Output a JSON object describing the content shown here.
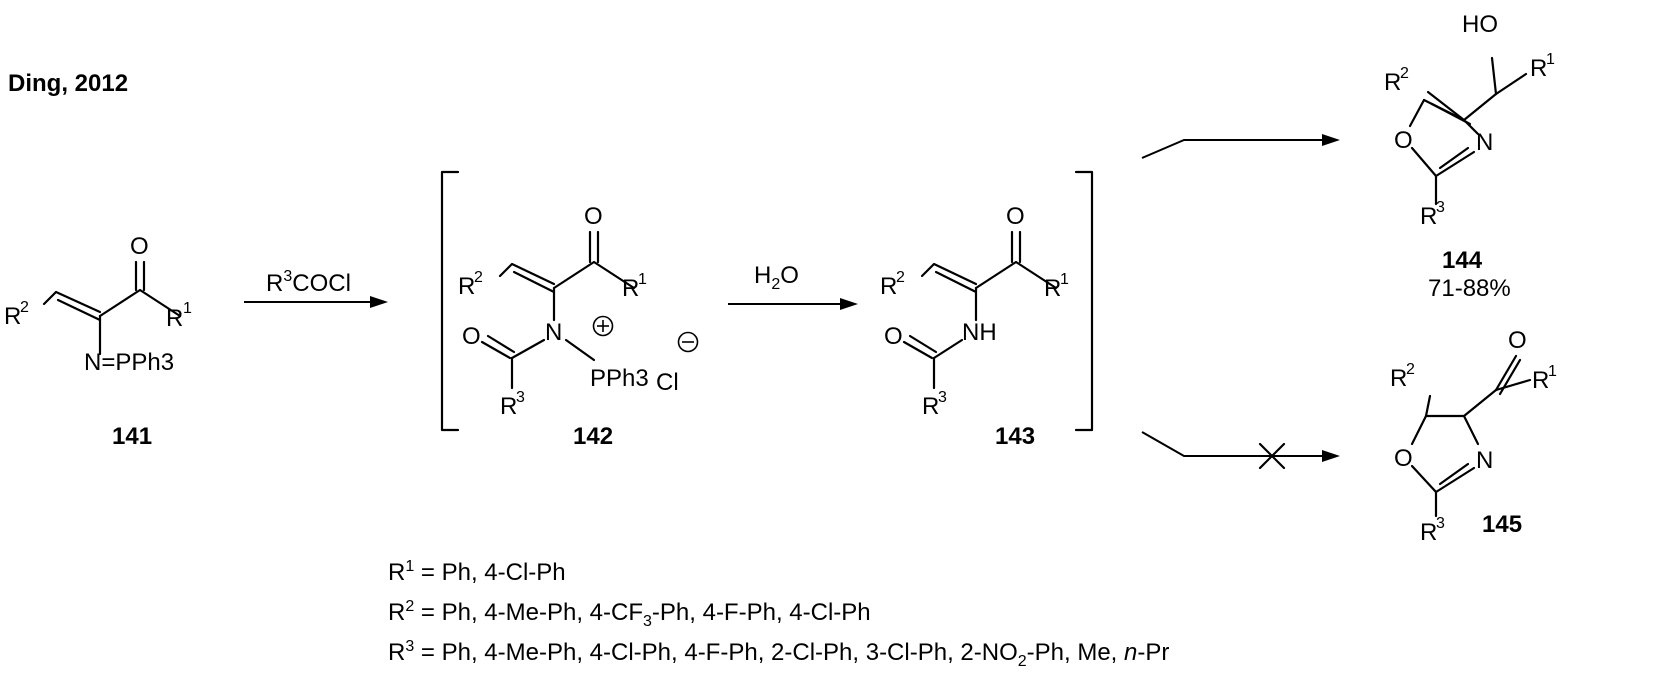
{
  "title": "Ding, 2012",
  "reagents": {
    "step1": "R3COCl",
    "step2": "H2O"
  },
  "compounds": {
    "c141": {
      "id": "141",
      "phosphazene": "N=PPh3"
    },
    "c142": {
      "id": "142",
      "phosphonium": "PPh3",
      "counterion": "Cl"
    },
    "c143": {
      "id": "143",
      "amine": "NH"
    },
    "c144": {
      "id": "144",
      "yield": "71-88%",
      "hydroxyl": "HO"
    },
    "c145": {
      "id": "145"
    }
  },
  "atoms": {
    "O": "O",
    "N": "N",
    "R": "R",
    "sup1": "1",
    "sup2": "2",
    "sup3": "3",
    "charge_plus": "+",
    "charge_minus": "−"
  },
  "substituents": {
    "r1": {
      "label": "R",
      "num": "1",
      "values": " = Ph, 4-Cl-Ph"
    },
    "r2": {
      "label": "R",
      "num": "2",
      "values_a": " = Ph, 4-Me-Ph, 4-CF",
      "sub": "3",
      "values_b": "-Ph, 4-F-Ph, 4-Cl-Ph"
    },
    "r3": {
      "label": "R",
      "num": "3",
      "values_a": " = Ph, 4-Me-Ph, 4-Cl-Ph, 4-F-Ph, 2-Cl-Ph, 3-Cl-Ph, 2-NO",
      "sub": "2",
      "values_b": "-Ph, Me, ",
      "italic": "n",
      "values_c": "-Pr"
    }
  }
}
